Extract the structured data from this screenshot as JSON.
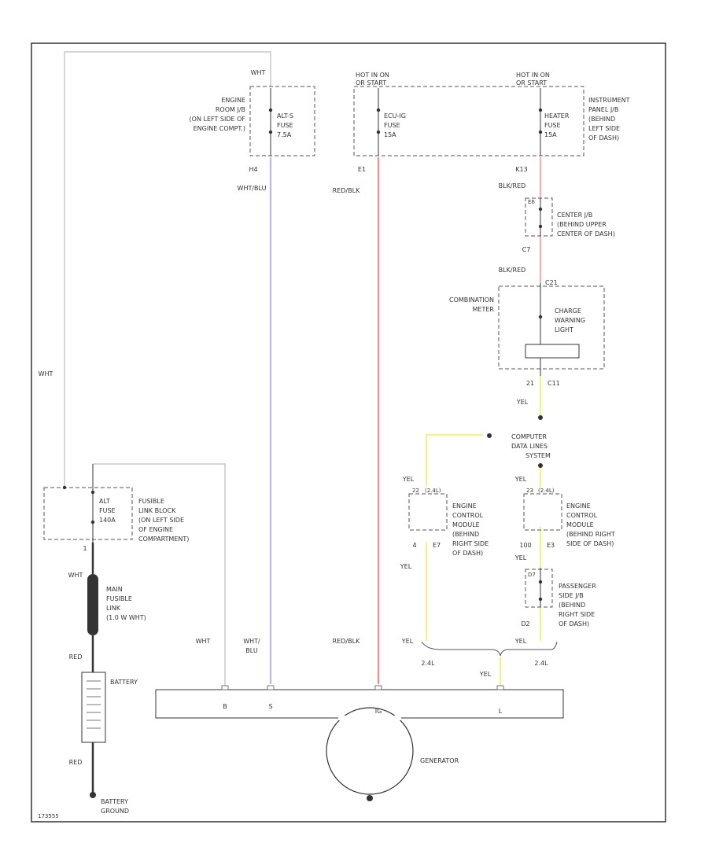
{
  "colors": {
    "wht": "#cfcfcf",
    "wht_blu": "#b9b6f2",
    "red_blk": "#f28e8e",
    "blk_red": "#f3b0b0",
    "yel": "#f4f28a",
    "line": "#333333"
  },
  "labels": {
    "wht_top": "WHT",
    "engine_jb_title": [
      "ENGINE",
      "ROOM J/B",
      "(ON LEFT SIDE OF",
      "ENGINE COMPT.)"
    ],
    "alt_s_fuse": [
      "ALT-S",
      "FUSE",
      "7.5A"
    ],
    "hot_in_on_1": [
      "HOT IN ON",
      "OR START"
    ],
    "ecu_ig_fuse": [
      "ECU-IG",
      "FUSE",
      "15A"
    ],
    "hot_in_on_2": [
      "HOT IN ON",
      "OR START"
    ],
    "heater_fuse": [
      "HEATER",
      "FUSE",
      "15A"
    ],
    "ip_jb_title": [
      "INSTRUMENT",
      "PANEL J/B",
      "(BEHIND",
      "LEFT SIDE",
      "OF DASH)"
    ],
    "pin_h4": "H4",
    "pin_e1": "E1",
    "pin_k13": "K13",
    "wire_wht_blu": "WHT/BLU",
    "wire_red_blk": "RED/BLK",
    "wire_blk_red_1": "BLK/RED",
    "pin_e6": "E6",
    "center_jb_title": [
      "CENTER J/B",
      "(BEHIND UPPER",
      "CENTER OF DASH)"
    ],
    "pin_c7": "C7",
    "wire_blk_red_2": "BLK/RED",
    "pin_c21": "C21",
    "combination_meter": [
      "COMBINATION",
      "METER"
    ],
    "charge_warning": [
      "CHARGE",
      "WARNING",
      "LIGHT"
    ],
    "pin_21": "21",
    "pin_c11": "C11",
    "wire_yel_1": "YEL",
    "computer_data": [
      "COMPUTER",
      "DATA LINES",
      "SYSTEM"
    ],
    "wire_yel_2": "YEL",
    "wire_yel_3": "YEL",
    "ecm_conn_left": [
      "22",
      "(2.4L)"
    ],
    "ecm_conn_right": [
      "23",
      "(2.4L)"
    ],
    "ecm_left": [
      "ENGINE",
      "CONTROL",
      "MODULE",
      "(BEHIND",
      "RIGHT SIDE",
      "OF DASH)"
    ],
    "ecm_right": [
      "ENGINE",
      "CONTROL",
      "MODULE",
      "(BEHIND RIGHT",
      "SIDE OF DASH)"
    ],
    "pin_4": "4",
    "pin_e7": "E7",
    "pin_100": "100",
    "pin_e3": "E3",
    "wire_yel_4": "YEL",
    "wire_yel_5": "YEL",
    "pin_d7": "D7",
    "passenger_jb": [
      "PASSENGER",
      "SIDE J/B",
      "(BEHIND",
      "RIGHT SIDE",
      "OF DASH)"
    ],
    "pin_d2": "D2",
    "wire_wht_left": "WHT",
    "fusible_block": [
      "FUSIBLE",
      "LINK BLOCK",
      "(ON LEFT SIDE",
      "OF ENGINE",
      "COMPARTMENT)"
    ],
    "alt_fuse": [
      "ALT",
      "FUSE",
      "140A"
    ],
    "pin_1": "1",
    "wire_wht_2": "WHT",
    "main_fusible": [
      "MAIN",
      "FUSIBLE",
      "LINK",
      "(1.0 W WHT)"
    ],
    "wire_wht_3": "WHT",
    "wire_wht_blu_2": [
      "WHT/",
      "BLU"
    ],
    "wire_red_blk_2": "RED/BLK",
    "wire_yel_6": "YEL",
    "wire_yel_7": "YEL",
    "engine_24l_left": "2.4L",
    "engine_24l_right": "2.4L",
    "wire_yel_8": "YEL",
    "wire_red_1": "RED",
    "battery": "BATTERY",
    "gen_pins": [
      "B",
      "S",
      "IG",
      "L"
    ],
    "generator": "GENERATOR",
    "wire_red_2": "RED",
    "battery_ground": [
      "BATTERY",
      "GROUND"
    ],
    "figure_id": "173555"
  }
}
